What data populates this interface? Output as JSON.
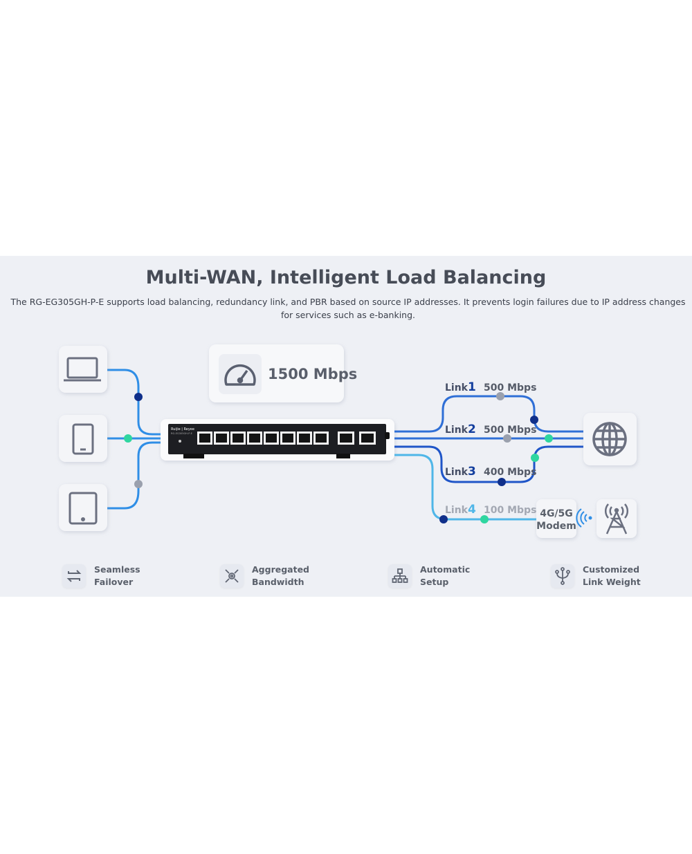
{
  "title": "Multi-WAN, Intelligent Load Balancing",
  "description": "The RG-EG305GH-P-E supports load balancing, redundancy link, and PBR based on source IP addresses. It prevents login failures due to IP address changes for services such as e-banking.",
  "aggregate": {
    "value": "1500 Mbps",
    "icon": "speedometer-icon"
  },
  "router": {
    "brand": "Ruijie | Reyee",
    "model": "RG-EG305GH-P-E"
  },
  "clients": [
    {
      "icon": "laptop-icon"
    },
    {
      "icon": "phone-icon"
    },
    {
      "icon": "tablet-icon"
    }
  ],
  "links": [
    {
      "name": "Link",
      "num": "1",
      "speed": "500 Mbps"
    },
    {
      "name": "Link",
      "num": "2",
      "speed": "500 Mbps"
    },
    {
      "name": "Link",
      "num": "3",
      "speed": "400 Mbps"
    },
    {
      "name": "Link",
      "num": "4",
      "speed": "100 Mbps"
    }
  ],
  "modem": {
    "line1": "4G/5G",
    "line2": "Modem"
  },
  "features": [
    {
      "line1": "Seamless",
      "line2": "Failover",
      "icon": "failover-arrows-icon"
    },
    {
      "line1": "Aggregated",
      "line2": "Bandwidth",
      "icon": "aggregate-icon"
    },
    {
      "line1": "Automatic",
      "line2": "Setup",
      "icon": "hierarchy-icon"
    },
    {
      "line1": "Customized",
      "line2": "Link Weight",
      "icon": "trident-icon"
    }
  ],
  "colors": {
    "dark_blue": "#143f9e",
    "mid_blue": "#2f6fd6",
    "light_blue": "#4fb6e8",
    "green_dot": "#2fd6a0",
    "gray_dot": "#9aa0ad",
    "navy_dot": "#0f2f8a"
  }
}
